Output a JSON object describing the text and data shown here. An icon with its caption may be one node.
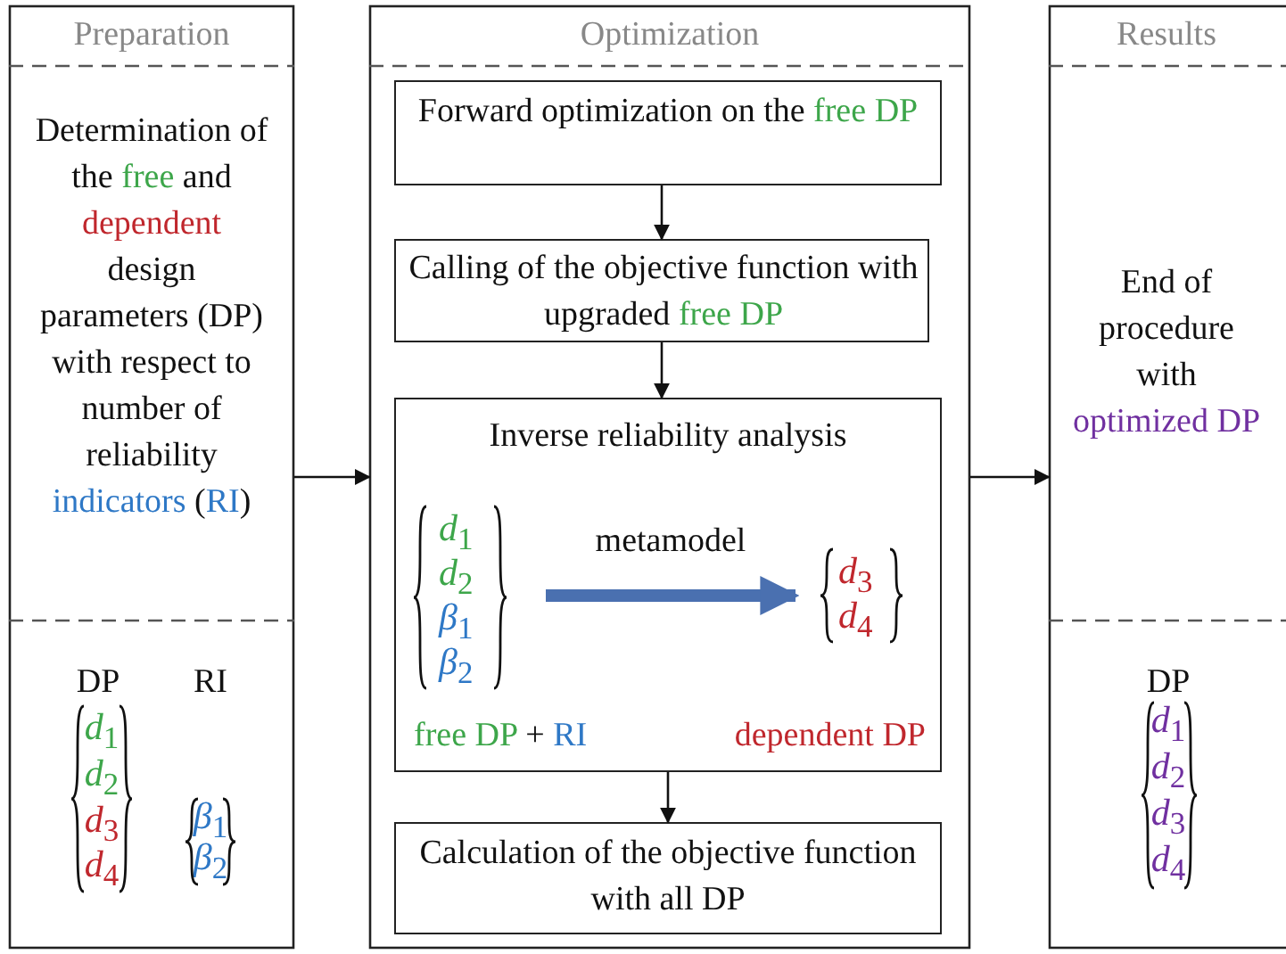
{
  "diagram": {
    "nodes": [
      {
        "text": [
          "Preparation",
          "Determination of the free and dependent design parameters (DP) with respect to number of reliability indicators (RI)"
        ]
      },
      {
        "text": [
          "Optimization"
        ]
      },
      {
        "text": [
          "Forward optimization on the free DP"
        ],
        "in": 1
      },
      {
        "text": [
          "Calling of the objective function with upgraded free DP"
        ],
        "in": 1
      },
      {
        "text": [
          "Inverse reliability analysis"
        ],
        "in": 1
      },
      {
        "text": [
          "*d*$_{1}$",
          "*d*$_{2}$",
          "*β*$_{1}$",
          "*β*$_{2}$"
        ],
        "beside": [
          "free DP + RI"
        ],
        "in": 4
      },
      {
        "text": [
          "*d*$_{3}$",
          "*d*$_{4}$"
        ],
        "beside": [
          "dependent DP"
        ],
        "in": 4
      },
      {
        "text": [
          "Calculation of the objective function with all DP"
        ],
        "in": 1
      },
      {
        "text": [
          "Results",
          "End of procedure with optimized DP"
        ]
      }
    ],
    "edges": [
      {
        "from": 0,
        "to": 1,
        "arrow": "to"
      },
      {
        "from": 2,
        "to": 3,
        "arrow": "to"
      },
      {
        "from": 3,
        "to": 4,
        "arrow": "to"
      },
      {
        "from": 5,
        "to": 6,
        "arrow": "to",
        "label": "metamodel",
        "style": "thick",
        "color": "#4a70b0"
      },
      {
        "from": 4,
        "to": 7,
        "arrow": "to"
      },
      {
        "from": 1,
        "to": 8,
        "arrow": "to"
      }
    ],
    "labels": [
      "DP",
      "RI",
      "*d*$_{1}$",
      "*d*$_{2}$",
      "*d*$_{3}$",
      "*d*$_{4}$",
      "*β*$_{1}$",
      "*β*$_{2}$",
      "DP",
      "*d*$_{1}$",
      "*d*$_{2}$",
      "*d*$_{3}$",
      "*d*$_{4}$"
    ]
  }
}
